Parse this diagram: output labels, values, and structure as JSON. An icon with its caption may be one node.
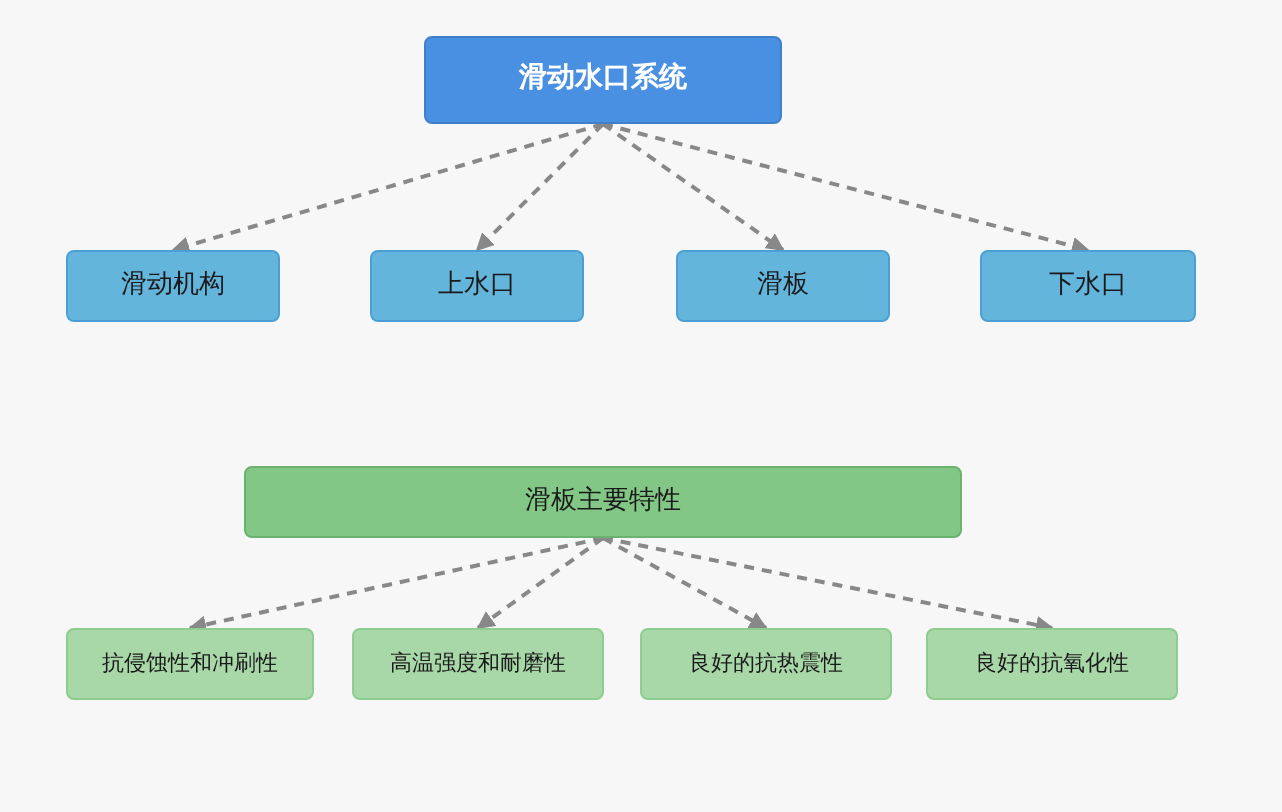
{
  "diagram": {
    "nodes": [
      {
        "text": [
          "滑动水口系统"
        ]
      },
      {
        "text": [
          "滑动机构"
        ]
      },
      {
        "text": [
          "上水口"
        ]
      },
      {
        "text": [
          "滑板"
        ]
      },
      {
        "text": [
          "下水口"
        ]
      },
      {
        "text": [
          "滑板主要特性"
        ]
      },
      {
        "text": [
          "抗侵蚀性和冲刷性"
        ]
      },
      {
        "text": [
          "高温强度和耐磨性"
        ]
      },
      {
        "text": [
          "良好的抗热震性"
        ]
      },
      {
        "text": [
          "良好的抗氧化性"
        ]
      }
    ],
    "edges": [
      {
        "from": 0,
        "to": 1,
        "arrow": "to",
        "style": "dashed"
      },
      {
        "from": 0,
        "to": 2,
        "arrow": "to",
        "style": "dashed"
      },
      {
        "from": 0,
        "to": 3,
        "arrow": "to",
        "style": "dashed"
      },
      {
        "from": 0,
        "to": 4,
        "arrow": "to",
        "style": "dashed"
      },
      {
        "from": 5,
        "to": 6,
        "arrow": "to",
        "style": "dashed"
      },
      {
        "from": 5,
        "to": 7,
        "arrow": "to",
        "style": "dashed"
      },
      {
        "from": 5,
        "to": 8,
        "arrow": "to",
        "style": "dashed"
      },
      {
        "from": 5,
        "to": 9,
        "arrow": "to",
        "style": "dashed"
      }
    ]
  }
}
